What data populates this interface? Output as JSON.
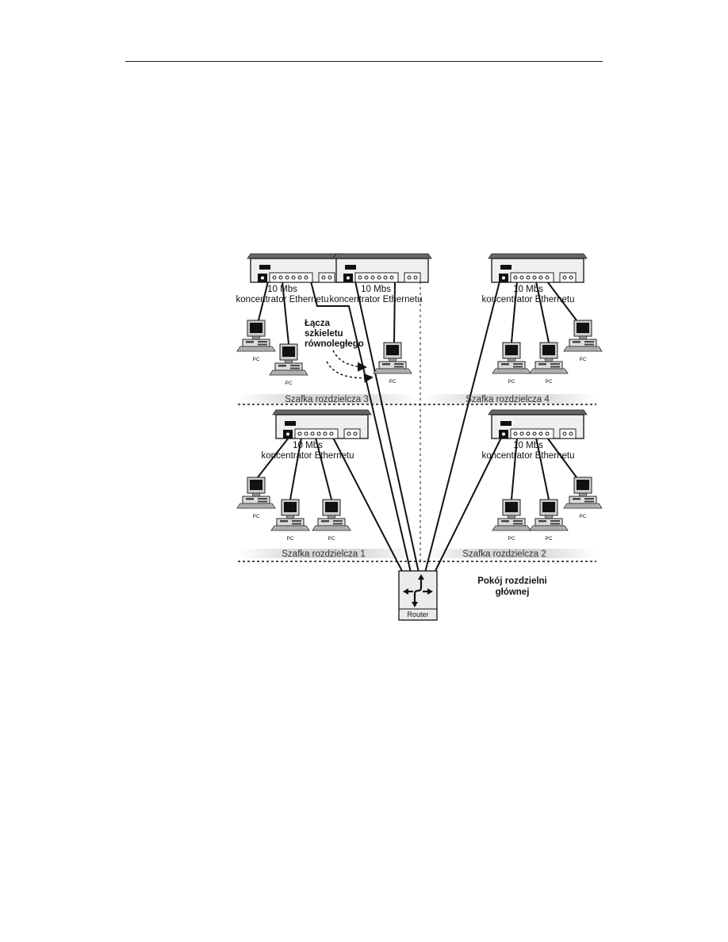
{
  "hubs": [
    {
      "speed": "10 Mbs",
      "name": "koncentrator Ethernetu"
    },
    {
      "speed": "10 Mbs",
      "name": "koncentrator Ethernetu"
    },
    {
      "speed": "10 Mbs",
      "name": "koncentrator Ethernetu"
    },
    {
      "speed": "10 Mbs",
      "name": "koncentrator Ethernetu"
    },
    {
      "speed": "10 Mbs",
      "name": "koncentrator Ethernetu"
    }
  ],
  "pc_label": "PC",
  "backbone_label": [
    "Łącza",
    "szkieletu",
    "równoległego"
  ],
  "zones": [
    "Szafka rozdzielcza 3",
    "Szafka rozdzielcza 4",
    "Szafka rozdzielcza 1",
    "Szafka rozdzielcza 2"
  ],
  "main_room": [
    "Pokój rozdzielni",
    "głównej"
  ],
  "router_label": "Router"
}
